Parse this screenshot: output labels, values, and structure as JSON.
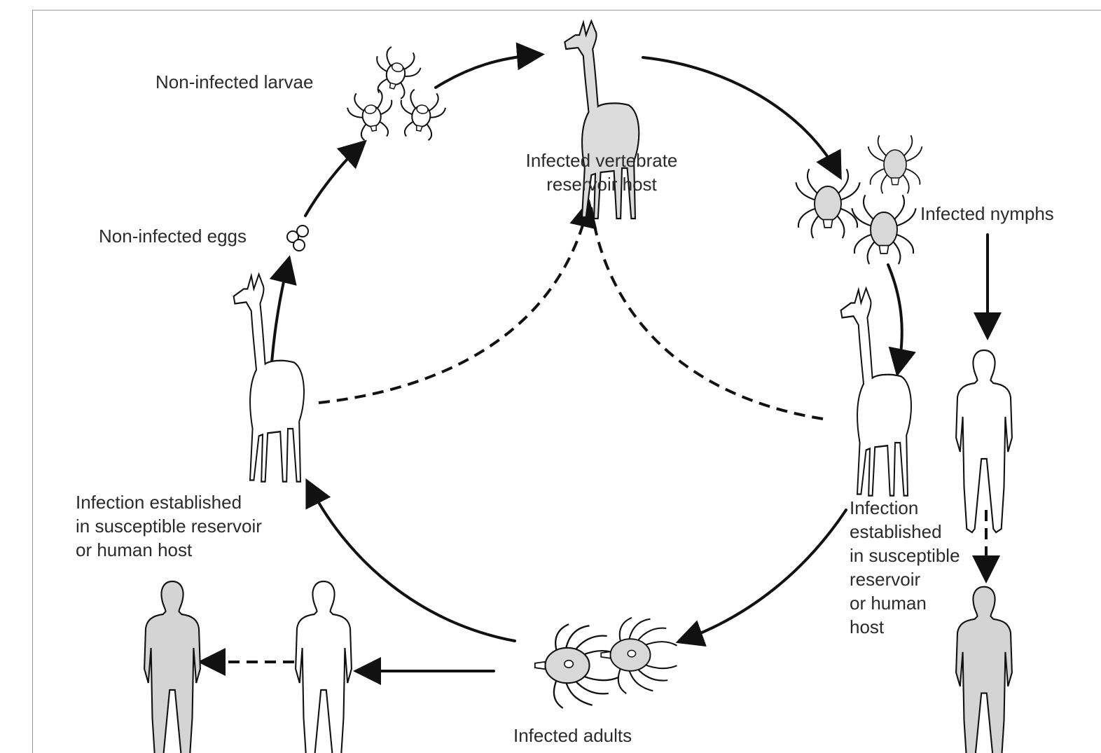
{
  "labels": {
    "larvae": "Non-infected larvae",
    "eggs": "Non-infected eggs",
    "reservoir_host": [
      "Infected vertebrate",
      "reservoir host"
    ],
    "nymphs": "Infected nymphs",
    "adults": "Infected adults",
    "left_established": [
      "Infection established",
      "in susceptible reservoir",
      "or human host"
    ],
    "right_established": [
      "Infection",
      "established",
      "in susceptible",
      "reservoir",
      "or human",
      "host"
    ]
  },
  "colors": {
    "line": "#111111",
    "text": "#2b2b2b",
    "fill_gray": "#d4d4d4",
    "fill_white": "#ffffff"
  }
}
